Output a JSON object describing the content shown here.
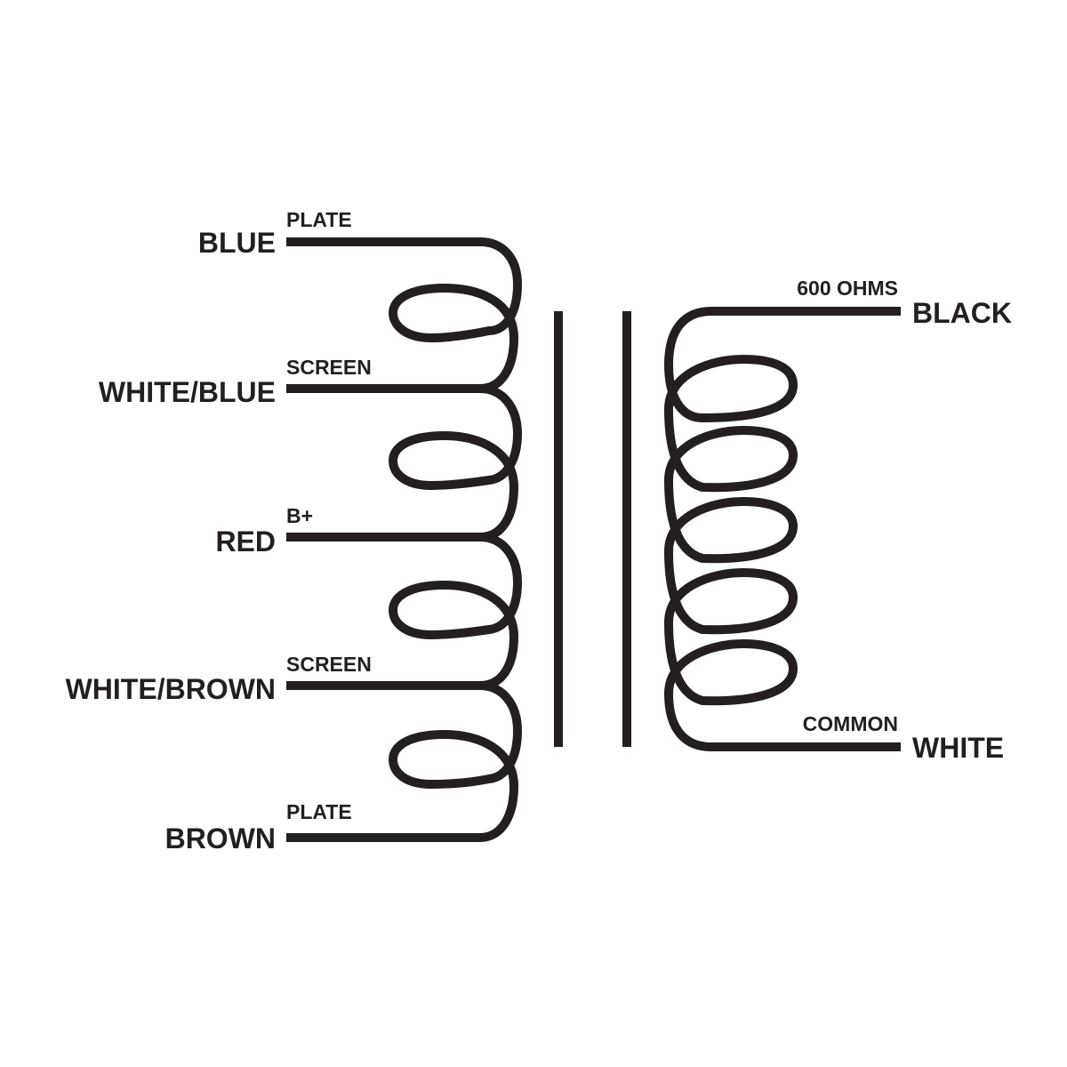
{
  "primary": {
    "leads": [
      {
        "color": "BLUE",
        "tap": "PLATE"
      },
      {
        "color": "WHITE/BLUE",
        "tap": "SCREEN"
      },
      {
        "color": "RED",
        "tap": "B+"
      },
      {
        "color": "WHITE/BROWN",
        "tap": "SCREEN"
      },
      {
        "color": "BROWN",
        "tap": "PLATE"
      }
    ]
  },
  "secondary": {
    "leads": [
      {
        "color": "BLACK",
        "tap": "600 OHMS"
      },
      {
        "color": "WHITE",
        "tap": "COMMON"
      }
    ]
  },
  "colors": {
    "ink": "#231f20",
    "background": "#ffffff"
  }
}
